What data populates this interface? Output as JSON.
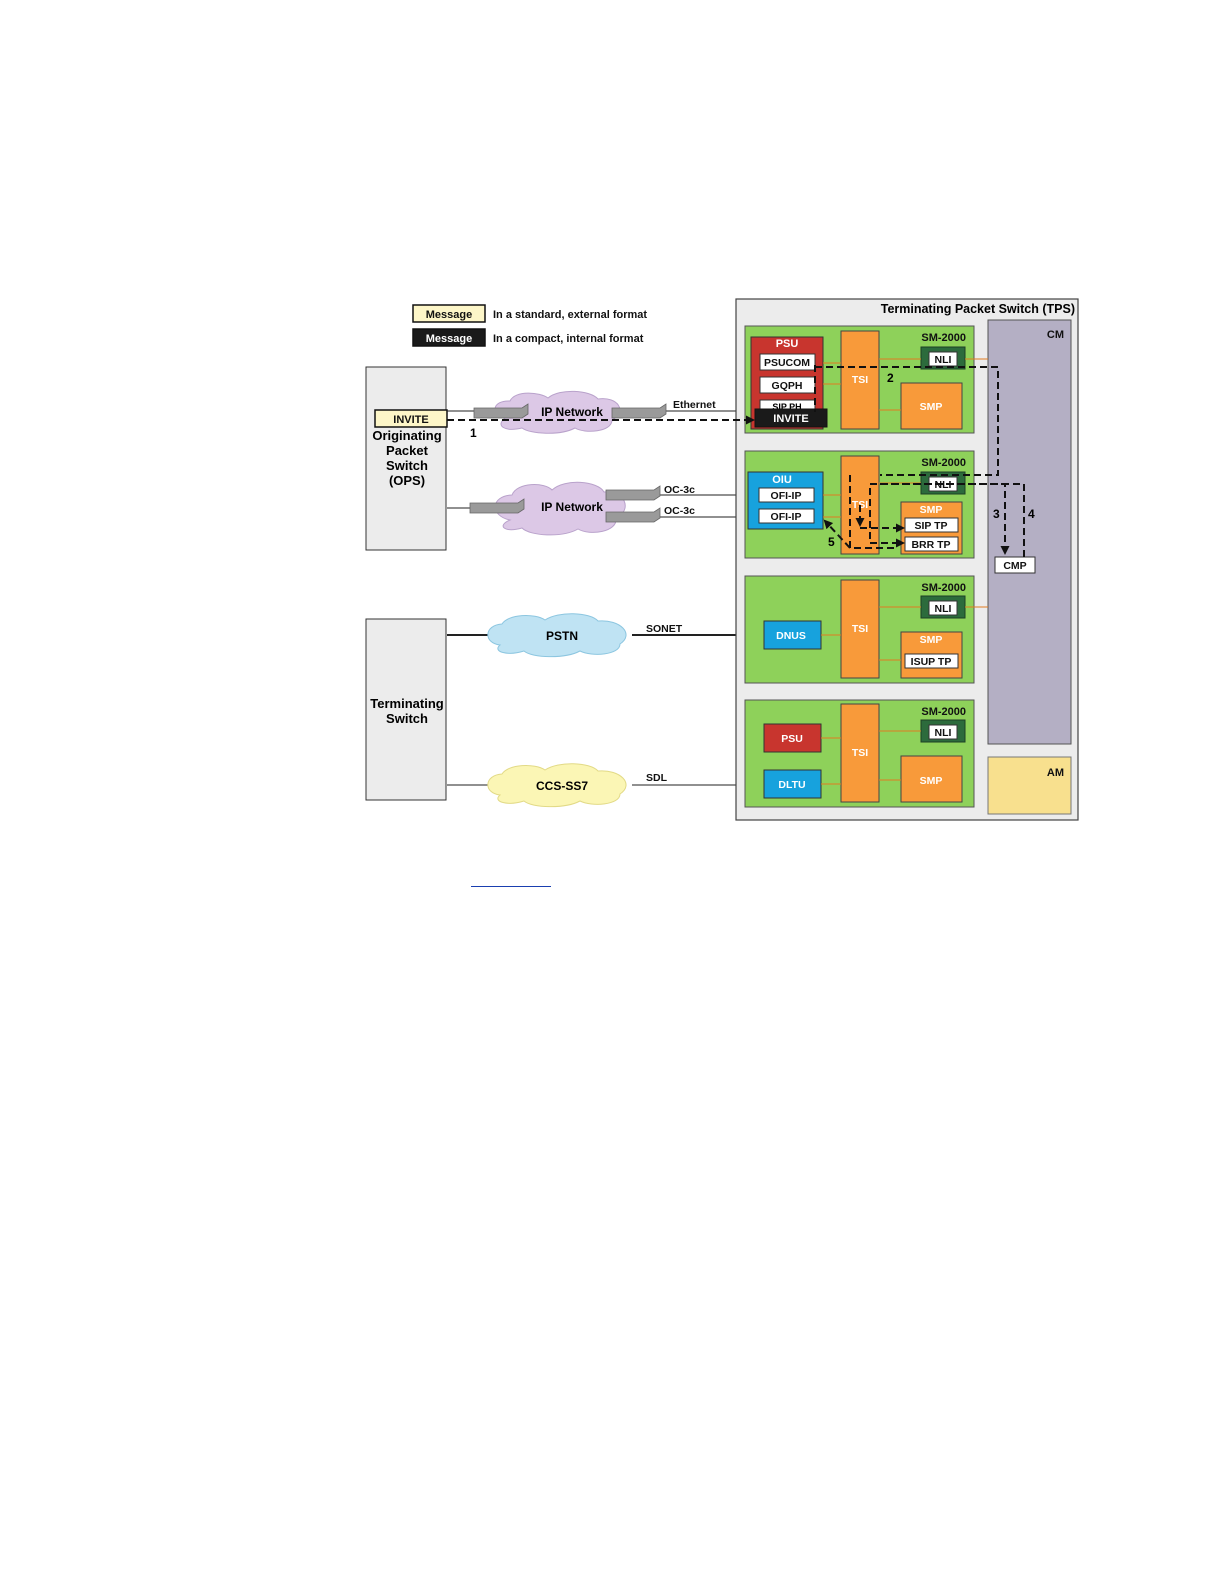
{
  "legend": {
    "standard_box": "Message",
    "standard_text": "In a standard, external format",
    "compact_box": "Message",
    "compact_text": "In a compact, internal format"
  },
  "ops": {
    "title_lines": [
      "Originating",
      "Packet",
      "Switch",
      "(OPS)"
    ],
    "invite": "INVITE"
  },
  "terminating_switch": {
    "title_lines": [
      "Terminating",
      "Switch"
    ]
  },
  "clouds": {
    "ip1": "IP Network",
    "ip2": "IP Network",
    "pstn": "PSTN",
    "ccs": "CCS-SS7"
  },
  "links": {
    "ethernet": "Ethernet",
    "oc3c_a": "OC-3c",
    "oc3c_b": "OC-3c",
    "sonet": "SONET",
    "sdl": "SDL"
  },
  "tps": {
    "title": "Terminating Packet Switch (TPS)",
    "cm": "CM",
    "am": "AM",
    "cmp": "CMP"
  },
  "modules": [
    {
      "title": "SM-2000",
      "tsi": "TSI",
      "nli": "NLI",
      "smp": "SMP",
      "psu": "PSU",
      "psucom": "PSUCOM",
      "gqph": "GQPH",
      "sipph": "SIP PH",
      "invite": "INVITE"
    },
    {
      "title": "SM-2000",
      "tsi": "TSI",
      "nli": "NLI",
      "smp": "SMP",
      "oiu": "OIU",
      "ofi1": "OFI-IP",
      "ofi2": "OFI-IP",
      "siptp": "SIP TP",
      "brrtp": "BRR TP"
    },
    {
      "title": "SM-2000",
      "tsi": "TSI",
      "nli": "NLI",
      "smp": "SMP",
      "dnus": "DNUS",
      "isuptp": "ISUP TP"
    },
    {
      "title": "SM-2000",
      "tsi": "TSI",
      "nli": "NLI",
      "smp": "SMP",
      "psu": "PSU",
      "dltu": "DLTU"
    }
  ],
  "steps": [
    "1",
    "2",
    "3",
    "4",
    "5"
  ],
  "caption_link": "",
  "colors": {
    "green": "#8ed15a",
    "orange": "#f89a3a",
    "red": "#c8352e",
    "blue": "#17a2dd",
    "cm": "#b4afc4",
    "am": "#f8e08e",
    "cream": "#fdf6c8",
    "gray": "#ececec"
  }
}
